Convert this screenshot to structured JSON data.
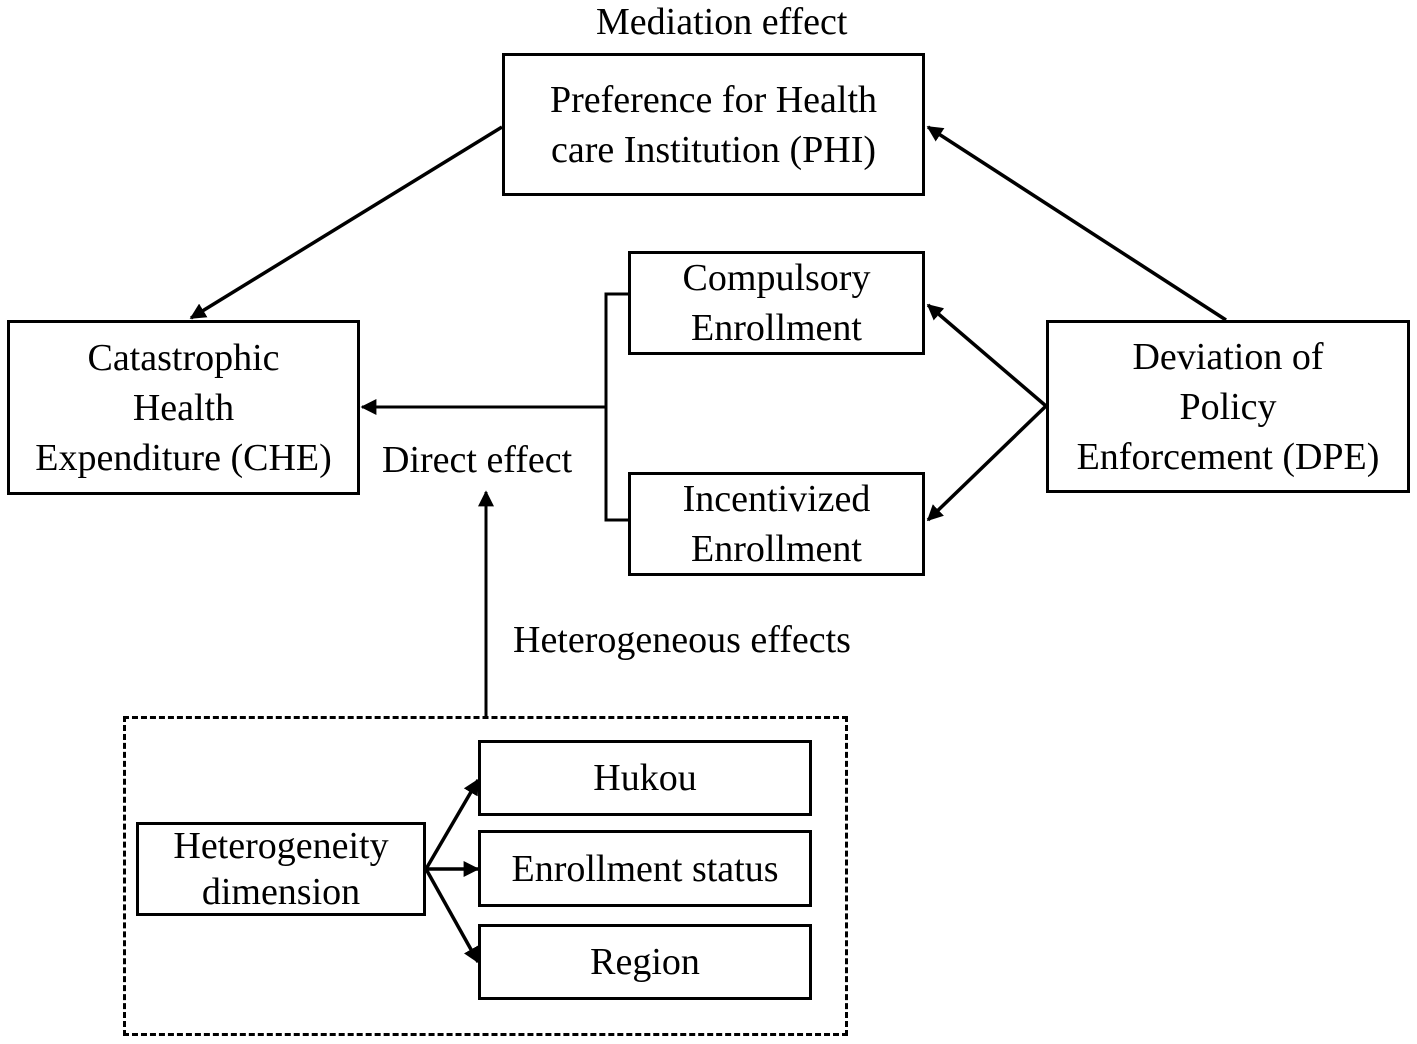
{
  "labels": {
    "mediation": "Mediation effect",
    "direct": "Direct effect",
    "heterogeneous": "Heterogeneous effects"
  },
  "nodes": {
    "phi": {
      "line1": "Preference for Health",
      "line2": "care Institution (PHI)"
    },
    "che": {
      "line1": "Catastrophic",
      "line2": "Health",
      "line3": "Expenditure (CHE)"
    },
    "compulsory": {
      "line1": "Compulsory",
      "line2": "Enrollment"
    },
    "incentivized": {
      "line1": "Incentivized",
      "line2": "Enrollment"
    },
    "dpe": {
      "line1": "Deviation of",
      "line2": "Policy",
      "line3": "Enforcement (DPE)"
    },
    "dimension": {
      "line1": "Heterogeneity",
      "line2": "dimension"
    },
    "hukou": "Hukou",
    "enrollment_status": "Enrollment status",
    "region": "Region"
  },
  "edges": [
    {
      "from": "Preference for Health care Institution (PHI)",
      "to": "Catastrophic Health Expenditure (CHE)"
    },
    {
      "from": "Deviation of Policy Enforcement (DPE)",
      "to": "Preference for Health care Institution (PHI)"
    },
    {
      "from": "Deviation of Policy Enforcement (DPE)",
      "to": "Compulsory Enrollment"
    },
    {
      "from": "Deviation of Policy Enforcement (DPE)",
      "to": "Incentivized Enrollment"
    },
    {
      "from": "Compulsory Enrollment / Incentivized Enrollment",
      "to": "Catastrophic Health Expenditure (CHE)"
    },
    {
      "from": "Heterogeneity dimension",
      "to": "Direct effect"
    },
    {
      "from": "Heterogeneity dimension",
      "to": "Hukou"
    },
    {
      "from": "Heterogeneity dimension",
      "to": "Enrollment status"
    },
    {
      "from": "Heterogeneity dimension",
      "to": "Region"
    }
  ],
  "colors": {
    "stroke": "#000000",
    "background": "#ffffff"
  }
}
